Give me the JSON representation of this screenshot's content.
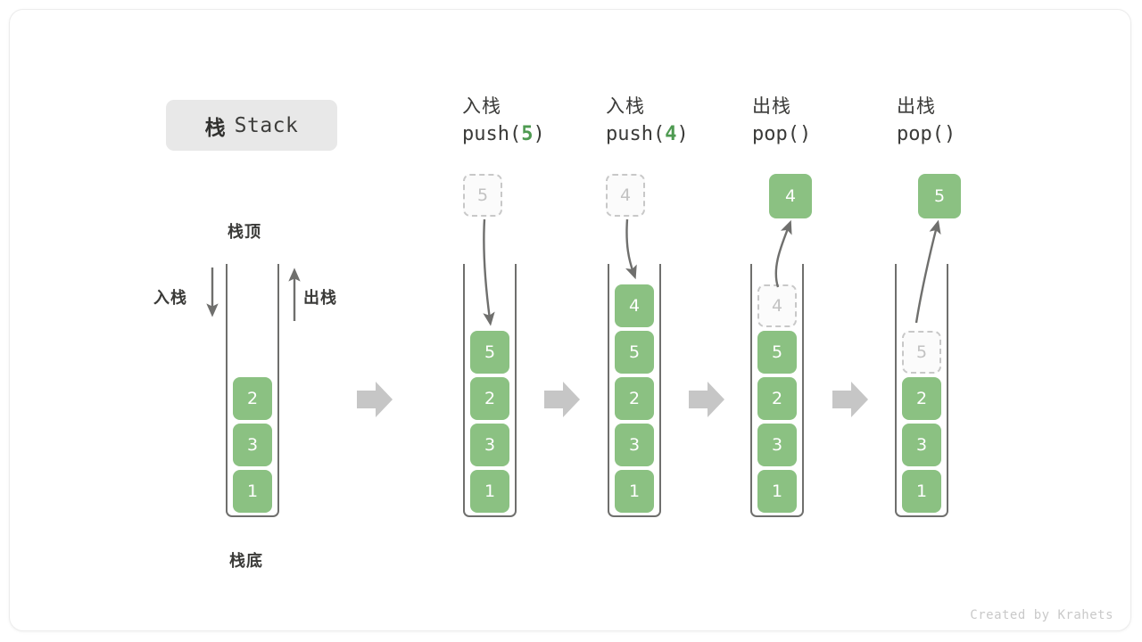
{
  "title": {
    "cn": "栈",
    "en": "Stack"
  },
  "labels": {
    "top": "栈顶",
    "bottom": "栈底",
    "push": "入栈",
    "pop": "出栈"
  },
  "credit": "Created by Krahets",
  "colors": {
    "cell_fill": "#8bc182",
    "cell_text": "#ffffff",
    "ghost_fill": "#fbfbfb",
    "ghost_border": "#c8c8c8",
    "ghost_text": "#c2c2c2",
    "arrow_gray": "#c6c6c6",
    "stroke": "#6f6f6d",
    "accent_green": "#4e9a51",
    "title_chip_bg": "#e8e8e8",
    "text": "#3a3a38"
  },
  "steps": [
    {
      "id": "initial",
      "header_cn": "",
      "header_code": "",
      "header_code_arg": "",
      "stack": [
        "2",
        "3",
        "1"
      ],
      "floating": null,
      "ghost_in_stack": null
    },
    {
      "id": "push-5",
      "header_cn": "入栈",
      "header_code_prefix": "push(",
      "header_code_arg": "5",
      "header_code_suffix": ")",
      "stack": [
        "5",
        "2",
        "3",
        "1"
      ],
      "floating": {
        "value": "5",
        "style": "ghost"
      },
      "ghost_in_stack": null,
      "arrow": "down-into-stack"
    },
    {
      "id": "push-4",
      "header_cn": "入栈",
      "header_code_prefix": "push(",
      "header_code_arg": "4",
      "header_code_suffix": ")",
      "stack": [
        "4",
        "5",
        "2",
        "3",
        "1"
      ],
      "floating": {
        "value": "4",
        "style": "ghost"
      },
      "ghost_in_stack": null,
      "arrow": "down-into-stack"
    },
    {
      "id": "pop-1",
      "header_cn": "出栈",
      "header_code_prefix": "pop(",
      "header_code_arg": "",
      "header_code_suffix": ")",
      "stack": [
        "5",
        "2",
        "3",
        "1"
      ],
      "floating": {
        "value": "4",
        "style": "solid"
      },
      "ghost_in_stack": {
        "value": "4"
      },
      "arrow": "up-out-of-stack"
    },
    {
      "id": "pop-2",
      "header_cn": "出栈",
      "header_code_prefix": "pop(",
      "header_code_arg": "",
      "header_code_suffix": ")",
      "stack": [
        "2",
        "3",
        "1"
      ],
      "floating": {
        "value": "5",
        "style": "solid"
      },
      "ghost_in_stack": {
        "value": "5"
      },
      "arrow": "up-out-of-stack"
    }
  ],
  "cells": {
    "s0": [
      "2",
      "3",
      "1"
    ],
    "s1": [
      "5",
      "2",
      "3",
      "1"
    ],
    "s2": [
      "4",
      "5",
      "2",
      "3",
      "1"
    ],
    "s3_ghost": "4",
    "s3": [
      "5",
      "2",
      "3",
      "1"
    ],
    "s4_ghost": "5",
    "s4": [
      "2",
      "3",
      "1"
    ],
    "float1": "5",
    "float2": "4",
    "float3": "4",
    "float4": "5"
  }
}
